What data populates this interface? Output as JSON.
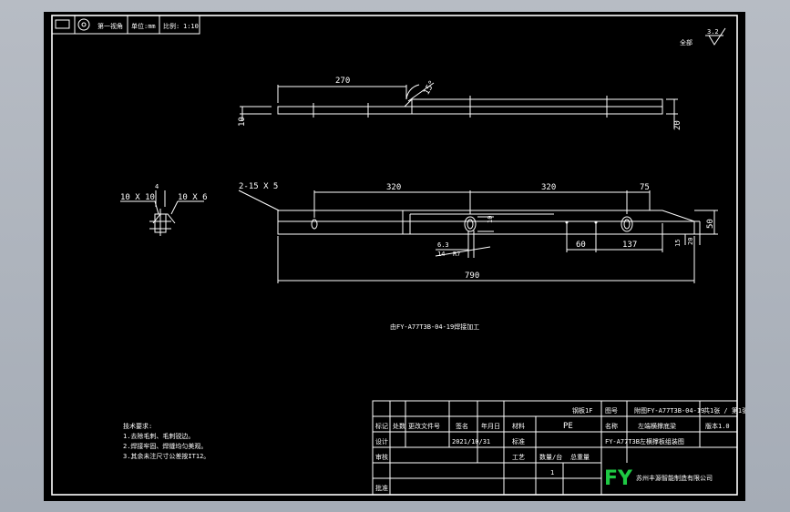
{
  "header": {
    "view_label": "第一视角",
    "unit_label": "单位:mm",
    "scale_label": "比例:",
    "scale_value": "1:10"
  },
  "roughness": {
    "prefix": "全部",
    "value": "3.2"
  },
  "dimensions": {
    "top_length": "270",
    "top_angle": "15°",
    "top_thickness": "10",
    "top_end_height": "20",
    "side_left_width": "10 X 10",
    "side_left_tab": "4",
    "side_right_width": "10 X 6",
    "chamfer": "2-15 X 5",
    "seg1": "320",
    "seg2": "320",
    "seg3": "75",
    "hole_w": "10",
    "height_total": "50",
    "height_b": "20",
    "height_c": "15",
    "off_60": "60",
    "off_137": "137",
    "slot_63": "6.3",
    "slot_14": "14",
    "slot_r": "R7",
    "total_length": "790",
    "part_note": "由FY-A77T3B-04-19焊接加工"
  },
  "tech_notes": {
    "title": "技术要求:",
    "items": [
      "1.去除毛刺、毛刺锐边。",
      "2.焊接牢固、焊缝均匀美观。",
      "3.其余未注尺寸公差按IT12。"
    ]
  },
  "title_block": {
    "material": "钢板1F",
    "drawing_no_label": "图号",
    "drawing_no": "附图FY-A77T3B-04-19",
    "sheet_info": "共1张 / 第1张",
    "name_label": "名称",
    "part_name": "左端横撑底梁",
    "version": "版本1.0",
    "assembly": "FY-A77T3B左横撑板组装图",
    "marks_label": "标记",
    "count_label": "处数",
    "change_label": "更改文件号",
    "sign_label": "签名",
    "date_label": "年月日",
    "finish_label": "材料",
    "finish_value": "PE",
    "design_label": "设计",
    "date_value": "2021/10/31",
    "standard_label": "标准",
    "review_label": "审核",
    "craft_label": "工艺",
    "approve_label": "批准",
    "qty_label": "数量/台",
    "weight_label": "总重量",
    "qty_value": "1",
    "logo": "FY",
    "company": "苏州丰源智能制造有限公司"
  }
}
